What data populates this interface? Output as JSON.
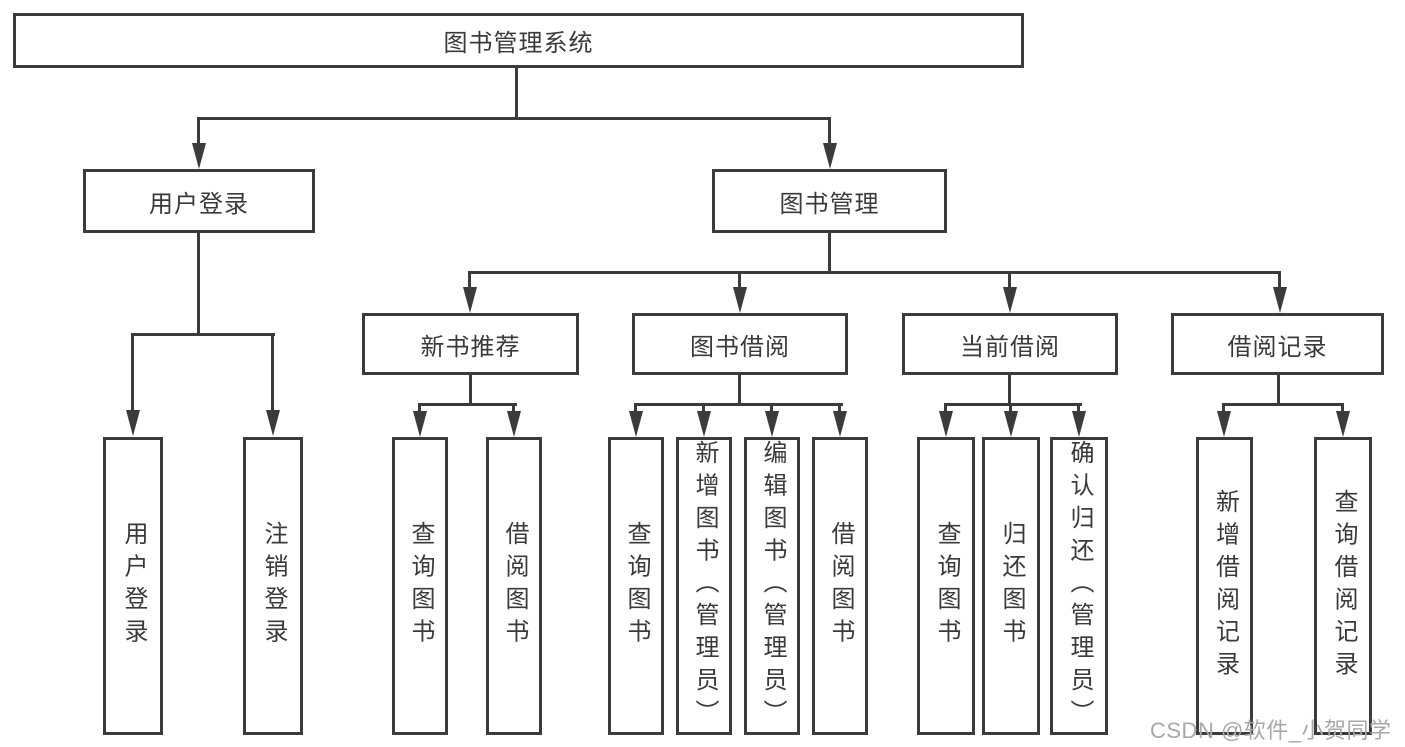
{
  "tree": {
    "root": {
      "label": "图书管理系统"
    },
    "branches": [
      {
        "label": "用户登录",
        "leaves": [
          {
            "label": "用户登录"
          },
          {
            "label": "注销登录"
          }
        ]
      },
      {
        "label": "图书管理",
        "groups": [
          {
            "label": "新书推荐",
            "leaves": [
              {
                "label": "查询图书"
              },
              {
                "label": "借阅图书"
              }
            ]
          },
          {
            "label": "图书借阅",
            "leaves": [
              {
                "label": "查询图书"
              },
              {
                "label": "新增图书（管理员）"
              },
              {
                "label": "编辑图书（管理员）"
              },
              {
                "label": "借阅图书"
              }
            ]
          },
          {
            "label": "当前借阅",
            "leaves": [
              {
                "label": "查询图书"
              },
              {
                "label": "归还图书"
              },
              {
                "label": "确认归还（管理员）"
              }
            ]
          },
          {
            "label": "借阅记录",
            "leaves": [
              {
                "label": "新增借阅记录"
              },
              {
                "label": "查询借阅记录"
              }
            ]
          }
        ]
      }
    ]
  },
  "watermark": {
    "text": "CSDN @软件_小贺同学"
  },
  "colors": {
    "line": "#3b3b3b",
    "text": "#3a3a3a",
    "watermark": "#a8a8a8",
    "background": "#ffffff"
  }
}
